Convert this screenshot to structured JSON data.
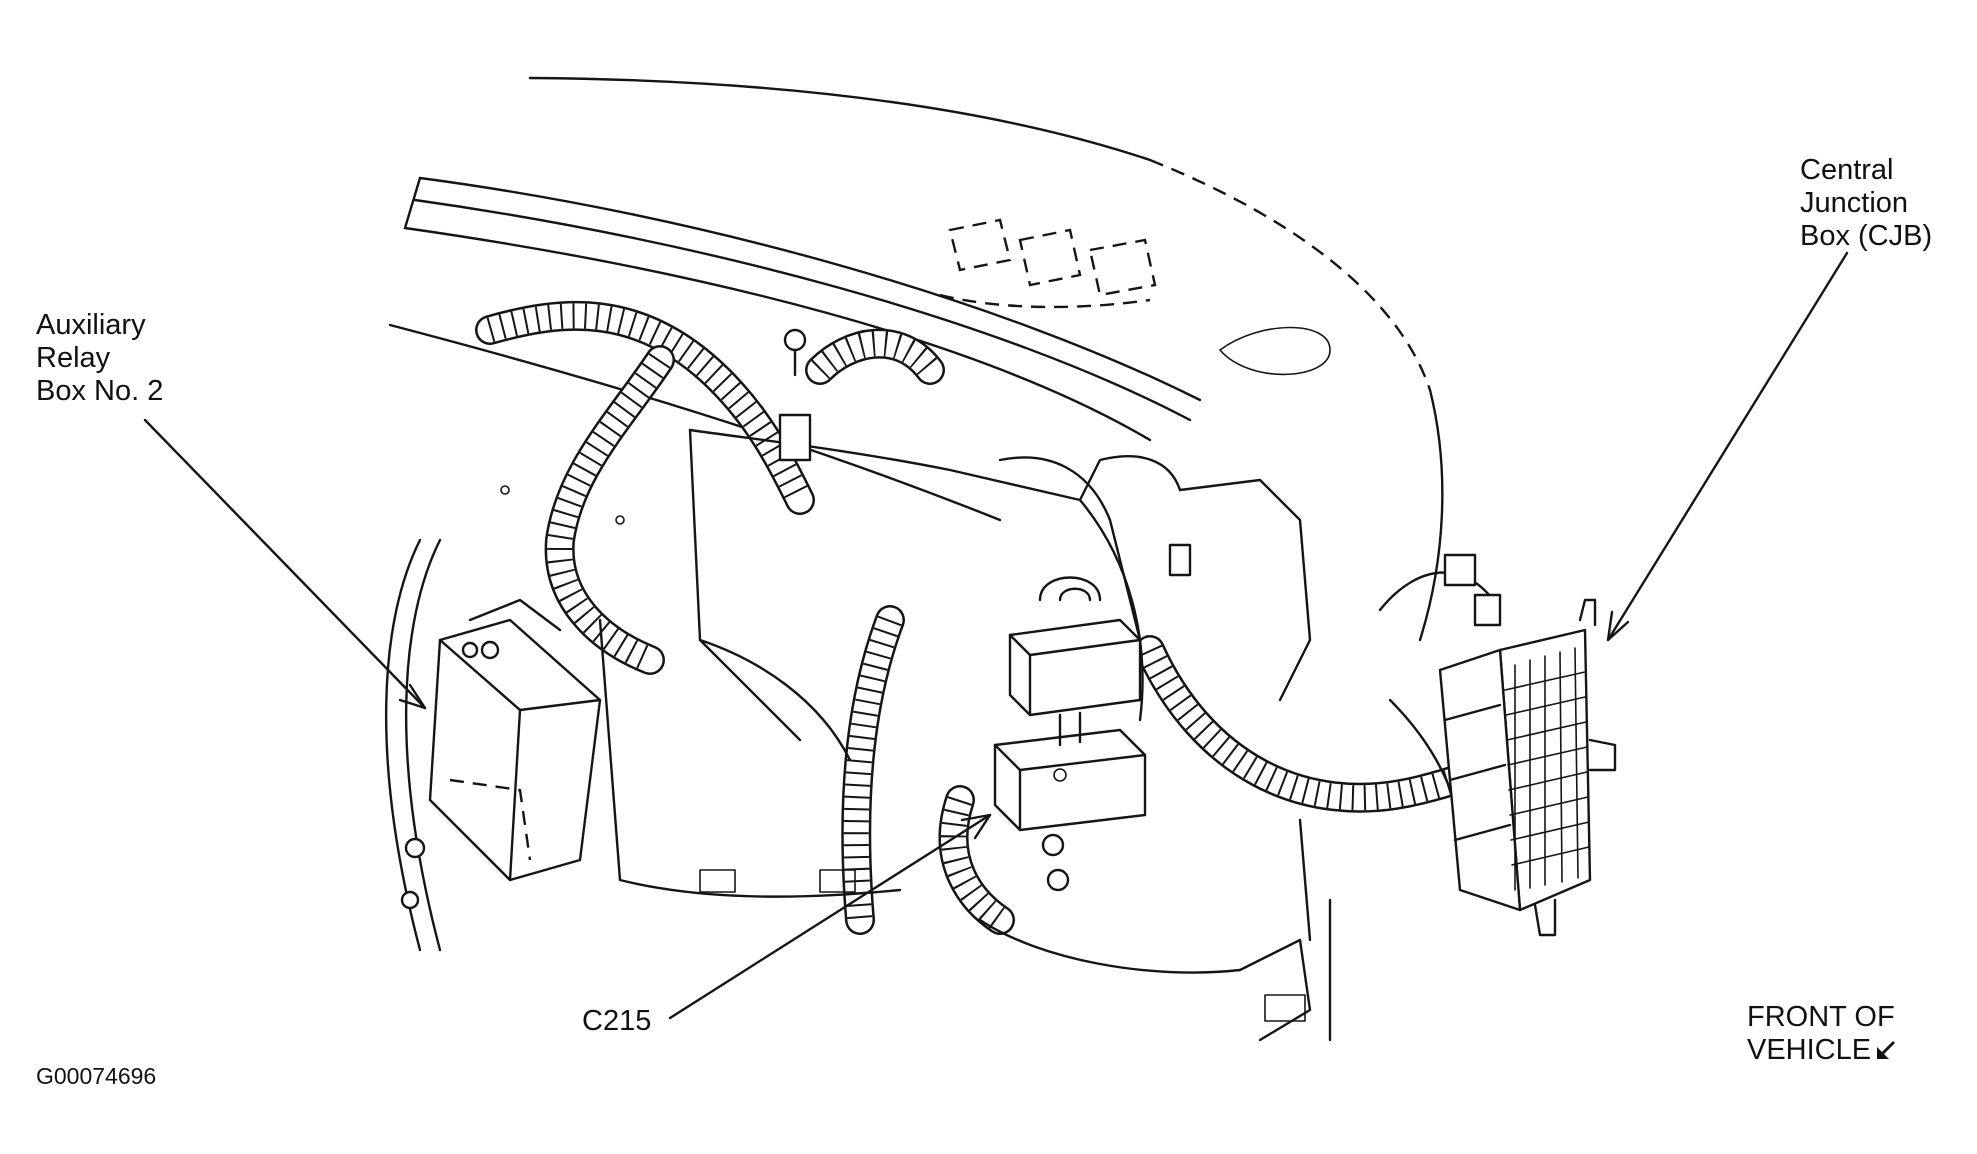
{
  "labels": {
    "aux_relay_box": [
      "Auxiliary",
      "Relay",
      "Box No. 2"
    ],
    "central_junction_box": [
      "Central",
      "Junction",
      "Box (CJB)"
    ],
    "c215": "C215",
    "front_of_vehicle": [
      "FRONT OF",
      "VEHICLE"
    ],
    "figure_id": "G00074696"
  },
  "icons": {
    "front_arrow": "arrow-down-left-icon"
  },
  "colors": {
    "line": "#151515",
    "background": "#ffffff"
  }
}
